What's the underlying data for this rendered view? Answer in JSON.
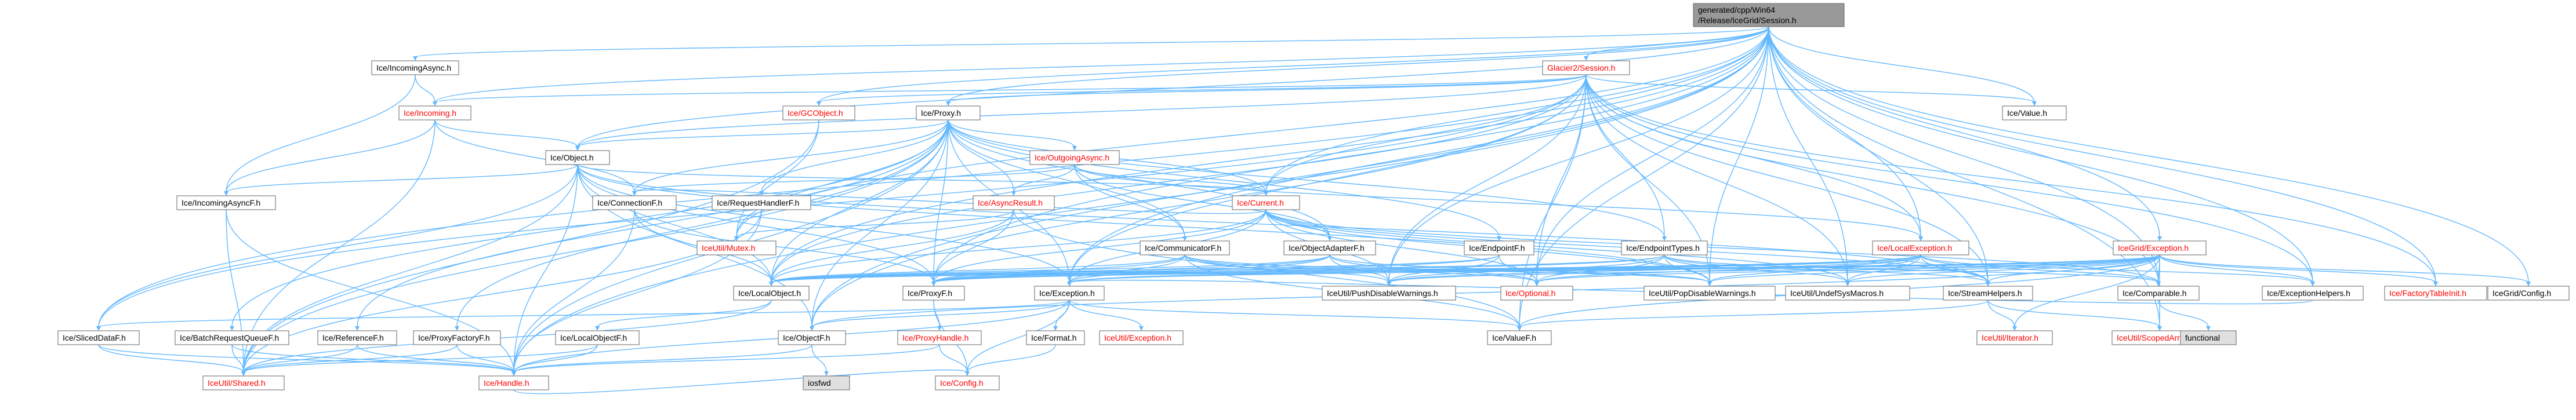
{
  "colors": {
    "edge": "#63b8ff",
    "node_fill": "#ffffff",
    "node_border": "#666666",
    "root_fill": "#999999",
    "external_fill": "#e0e0e0",
    "missing_text": "#ff0000"
  },
  "nodes": {
    "root": {
      "lines": [
        "generated/cpp/Win64",
        "/Release/IceGrid/Session.h"
      ],
      "kind": "root"
    },
    "incomingAsync": {
      "lines": [
        "Ice/IncomingAsync.h"
      ],
      "kind": "normal"
    },
    "glacier2Session": {
      "lines": [
        "Glacier2/Session.h"
      ],
      "kind": "missing"
    },
    "value": {
      "lines": [
        "Ice/Value.h"
      ],
      "kind": "normal"
    },
    "incoming": {
      "lines": [
        "Ice/Incoming.h"
      ],
      "kind": "missing"
    },
    "gcObject": {
      "lines": [
        "Ice/GCObject.h"
      ],
      "kind": "missing"
    },
    "proxy": {
      "lines": [
        "Ice/Proxy.h"
      ],
      "kind": "normal"
    },
    "object": {
      "lines": [
        "Ice/Object.h"
      ],
      "kind": "normal"
    },
    "outgoingAsync": {
      "lines": [
        "Ice/OutgoingAsync.h"
      ],
      "kind": "missing"
    },
    "incomingAsyncF": {
      "lines": [
        "Ice/IncomingAsyncF.h"
      ],
      "kind": "normal"
    },
    "connectionF": {
      "lines": [
        "Ice/ConnectionF.h"
      ],
      "kind": "normal"
    },
    "requestHandlerF": {
      "lines": [
        "Ice/RequestHandlerF.h"
      ],
      "kind": "normal"
    },
    "asyncResult": {
      "lines": [
        "Ice/AsyncResult.h"
      ],
      "kind": "missing"
    },
    "current": {
      "lines": [
        "Ice/Current.h"
      ],
      "kind": "missing"
    },
    "endpointF": {
      "lines": [
        "Ice/EndpointF.h"
      ],
      "kind": "normal"
    },
    "endpointTypes": {
      "lines": [
        "Ice/EndpointTypes.h"
      ],
      "kind": "normal"
    },
    "localException": {
      "lines": [
        "Ice/LocalException.h"
      ],
      "kind": "missing"
    },
    "iceGridException": {
      "lines": [
        "IceGrid/Exception.h"
      ],
      "kind": "missing"
    },
    "mutex": {
      "lines": [
        "IceUtil/Mutex.h"
      ],
      "kind": "missing"
    },
    "communicatorF": {
      "lines": [
        "Ice/CommunicatorF.h"
      ],
      "kind": "normal"
    },
    "objectAdapterF": {
      "lines": [
        "Ice/ObjectAdapterF.h"
      ],
      "kind": "normal"
    },
    "localObject": {
      "lines": [
        "Ice/LocalObject.h"
      ],
      "kind": "normal"
    },
    "proxyF": {
      "lines": [
        "Ice/ProxyF.h"
      ],
      "kind": "normal"
    },
    "exception": {
      "lines": [
        "Ice/Exception.h"
      ],
      "kind": "normal"
    },
    "pushDisableWarnings": {
      "lines": [
        "IceUtil/PushDisableWarnings.h"
      ],
      "kind": "normal"
    },
    "optional": {
      "lines": [
        "Ice/Optional.h"
      ],
      "kind": "missing"
    },
    "popDisableWarnings": {
      "lines": [
        "IceUtil/PopDisableWarnings.h"
      ],
      "kind": "normal"
    },
    "undefSysMacros": {
      "lines": [
        "IceUtil/UndefSysMacros.h"
      ],
      "kind": "normal"
    },
    "streamHelpers": {
      "lines": [
        "Ice/StreamHelpers.h"
      ],
      "kind": "normal"
    },
    "comparable": {
      "lines": [
        "Ice/Comparable.h"
      ],
      "kind": "normal"
    },
    "exceptionHelpers": {
      "lines": [
        "Ice/ExceptionHelpers.h"
      ],
      "kind": "normal"
    },
    "factoryTableInit": {
      "lines": [
        "Ice/FactoryTableInit.h"
      ],
      "kind": "missing"
    },
    "iceGridConfig": {
      "lines": [
        "IceGrid/Config.h"
      ],
      "kind": "normal"
    },
    "slicedDataF": {
      "lines": [
        "Ice/SlicedDataF.h"
      ],
      "kind": "normal"
    },
    "batchRequestQueueF": {
      "lines": [
        "Ice/BatchRequestQueueF.h"
      ],
      "kind": "normal"
    },
    "referenceF": {
      "lines": [
        "Ice/ReferenceF.h"
      ],
      "kind": "normal"
    },
    "proxyFactoryF": {
      "lines": [
        "Ice/ProxyFactoryF.h"
      ],
      "kind": "normal"
    },
    "localObjectF": {
      "lines": [
        "Ice/LocalObjectF.h"
      ],
      "kind": "normal"
    },
    "objectF": {
      "lines": [
        "Ice/ObjectF.h"
      ],
      "kind": "normal"
    },
    "proxyHandle": {
      "lines": [
        "Ice/ProxyHandle.h"
      ],
      "kind": "missing"
    },
    "format": {
      "lines": [
        "Ice/Format.h"
      ],
      "kind": "normal"
    },
    "iceUtilException": {
      "lines": [
        "IceUtil/Exception.h"
      ],
      "kind": "missing"
    },
    "valueF": {
      "lines": [
        "Ice/ValueF.h"
      ],
      "kind": "normal"
    },
    "iterator": {
      "lines": [
        "IceUtil/Iterator.h"
      ],
      "kind": "missing"
    },
    "scopedArray": {
      "lines": [
        "IceUtil/ScopedArray.h"
      ],
      "kind": "missing"
    },
    "functional": {
      "lines": [
        "functional"
      ],
      "kind": "external"
    },
    "shared": {
      "lines": [
        "IceUtil/Shared.h"
      ],
      "kind": "missing"
    },
    "handle": {
      "lines": [
        "Ice/Handle.h"
      ],
      "kind": "missing"
    },
    "iosfwd": {
      "lines": [
        "iosfwd"
      ],
      "kind": "external"
    },
    "config": {
      "lines": [
        "Ice/Config.h"
      ],
      "kind": "missing"
    }
  },
  "edges": [
    [
      "root",
      "incomingAsync"
    ],
    [
      "root",
      "glacier2Session"
    ],
    [
      "root",
      "value"
    ],
    [
      "root",
      "incoming"
    ],
    [
      "root",
      "gcObject"
    ],
    [
      "root",
      "proxy"
    ],
    [
      "root",
      "object"
    ],
    [
      "root",
      "current"
    ],
    [
      "root",
      "localException"
    ],
    [
      "root",
      "iceGridException"
    ],
    [
      "root",
      "mutex"
    ],
    [
      "root",
      "localObject"
    ],
    [
      "root",
      "proxyF"
    ],
    [
      "root",
      "exception"
    ],
    [
      "root",
      "pushDisableWarnings"
    ],
    [
      "root",
      "optional"
    ],
    [
      "root",
      "popDisableWarnings"
    ],
    [
      "root",
      "undefSysMacros"
    ],
    [
      "root",
      "streamHelpers"
    ],
    [
      "root",
      "comparable"
    ],
    [
      "root",
      "exceptionHelpers"
    ],
    [
      "root",
      "factoryTableInit"
    ],
    [
      "root",
      "iceGridConfig"
    ],
    [
      "root",
      "slicedDataF"
    ],
    [
      "root",
      "objectF"
    ],
    [
      "root",
      "valueF"
    ],
    [
      "root",
      "scopedArray"
    ],
    [
      "root",
      "handle"
    ],
    [
      "incomingAsync",
      "incoming"
    ],
    [
      "incomingAsync",
      "incomingAsyncF"
    ],
    [
      "glacier2Session",
      "gcObject"
    ],
    [
      "glacier2Session",
      "proxy"
    ],
    [
      "glacier2Session",
      "object"
    ],
    [
      "glacier2Session",
      "value"
    ],
    [
      "glacier2Session",
      "incoming"
    ],
    [
      "glacier2Session",
      "current"
    ],
    [
      "glacier2Session",
      "localException"
    ],
    [
      "glacier2Session",
      "endpointTypes"
    ],
    [
      "glacier2Session",
      "localObject"
    ],
    [
      "glacier2Session",
      "exception"
    ],
    [
      "glacier2Session",
      "pushDisableWarnings"
    ],
    [
      "glacier2Session",
      "optional"
    ],
    [
      "glacier2Session",
      "popDisableWarnings"
    ],
    [
      "glacier2Session",
      "undefSysMacros"
    ],
    [
      "glacier2Session",
      "streamHelpers"
    ],
    [
      "glacier2Session",
      "comparable"
    ],
    [
      "glacier2Session",
      "exceptionHelpers"
    ],
    [
      "glacier2Session",
      "factoryTableInit"
    ],
    [
      "glacier2Session",
      "slicedDataF"
    ],
    [
      "glacier2Session",
      "objectF"
    ],
    [
      "glacier2Session",
      "valueF"
    ],
    [
      "incoming",
      "object"
    ],
    [
      "incoming",
      "connectionF"
    ],
    [
      "incoming",
      "incomingAsyncF"
    ],
    [
      "incoming",
      "shared"
    ],
    [
      "gcObject",
      "mutex"
    ],
    [
      "gcObject",
      "shared"
    ],
    [
      "proxy",
      "object"
    ],
    [
      "proxy",
      "outgoingAsync"
    ],
    [
      "proxy",
      "connectionF"
    ],
    [
      "proxy",
      "requestHandlerF"
    ],
    [
      "proxy",
      "asyncResult"
    ],
    [
      "proxy",
      "current"
    ],
    [
      "proxy",
      "endpointF"
    ],
    [
      "proxy",
      "endpointTypes"
    ],
    [
      "proxy",
      "mutex"
    ],
    [
      "proxy",
      "communicatorF"
    ],
    [
      "proxy",
      "objectAdapterF"
    ],
    [
      "proxy",
      "localObject"
    ],
    [
      "proxy",
      "proxyF"
    ],
    [
      "proxy",
      "exception"
    ],
    [
      "proxy",
      "batchRequestQueueF"
    ],
    [
      "proxy",
      "referenceF"
    ],
    [
      "proxy",
      "proxyFactoryF"
    ],
    [
      "proxy",
      "objectF"
    ],
    [
      "proxy",
      "handle"
    ],
    [
      "proxy",
      "shared"
    ],
    [
      "object",
      "incomingAsyncF"
    ],
    [
      "object",
      "current"
    ],
    [
      "object",
      "proxyF"
    ],
    [
      "object",
      "localObject"
    ],
    [
      "object",
      "objectF"
    ],
    [
      "object",
      "slicedDataF"
    ],
    [
      "object",
      "handle"
    ],
    [
      "object",
      "shared"
    ],
    [
      "object",
      "exception"
    ],
    [
      "object",
      "streamHelpers"
    ],
    [
      "object",
      "popDisableWarnings"
    ],
    [
      "outgoingAsync",
      "asyncResult"
    ],
    [
      "outgoingAsync",
      "connectionF"
    ],
    [
      "outgoingAsync",
      "communicatorF"
    ],
    [
      "outgoingAsync",
      "objectAdapterF"
    ],
    [
      "outgoingAsync",
      "current"
    ],
    [
      "outgoingAsync",
      "localException"
    ],
    [
      "incomingAsyncF",
      "handle"
    ],
    [
      "incomingAsyncF",
      "shared"
    ],
    [
      "connectionF",
      "localObject"
    ],
    [
      "connectionF",
      "proxyF"
    ],
    [
      "connectionF",
      "handle"
    ],
    [
      "requestHandlerF",
      "shared"
    ],
    [
      "requestHandlerF",
      "handle"
    ],
    [
      "asyncResult",
      "localObject"
    ],
    [
      "asyncResult",
      "proxyF"
    ],
    [
      "asyncResult",
      "mutex"
    ],
    [
      "asyncResult",
      "valueF"
    ],
    [
      "current",
      "objectAdapterF"
    ],
    [
      "current",
      "connectionF"
    ],
    [
      "current",
      "pushDisableWarnings"
    ],
    [
      "current",
      "optional"
    ],
    [
      "current",
      "popDisableWarnings"
    ],
    [
      "current",
      "undefSysMacros"
    ],
    [
      "current",
      "streamHelpers"
    ],
    [
      "current",
      "comparable"
    ],
    [
      "current",
      "localObject"
    ],
    [
      "current",
      "proxyF"
    ],
    [
      "current",
      "exception"
    ],
    [
      "endpointF",
      "localObject"
    ],
    [
      "endpointF",
      "proxyF"
    ],
    [
      "endpointF",
      "optional"
    ],
    [
      "endpointF",
      "pushDisableWarnings"
    ],
    [
      "endpointTypes",
      "pushDisableWarnings"
    ],
    [
      "endpointTypes",
      "optional"
    ],
    [
      "endpointTypes",
      "popDisableWarnings"
    ],
    [
      "endpointTypes",
      "undefSysMacros"
    ],
    [
      "endpointTypes",
      "streamHelpers"
    ],
    [
      "endpointTypes",
      "comparable"
    ],
    [
      "endpointTypes",
      "proxyF"
    ],
    [
      "endpointTypes",
      "localObject"
    ],
    [
      "localException",
      "exception"
    ],
    [
      "localException",
      "streamHelpers"
    ],
    [
      "localException",
      "comparable"
    ],
    [
      "localException",
      "pushDisableWarnings"
    ],
    [
      "localException",
      "optional"
    ],
    [
      "localException",
      "popDisableWarnings"
    ],
    [
      "localException",
      "undefSysMacros"
    ],
    [
      "localException",
      "proxyF"
    ],
    [
      "localException",
      "localObject"
    ],
    [
      "localException",
      "exceptionHelpers"
    ],
    [
      "iceGridException",
      "pushDisableWarnings"
    ],
    [
      "iceGridException",
      "optional"
    ],
    [
      "iceGridException",
      "popDisableWarnings"
    ],
    [
      "iceGridException",
      "undefSysMacros"
    ],
    [
      "iceGridException",
      "streamHelpers"
    ],
    [
      "iceGridException",
      "comparable"
    ],
    [
      "iceGridException",
      "exceptionHelpers"
    ],
    [
      "iceGridException",
      "factoryTableInit"
    ],
    [
      "iceGridException",
      "iceGridConfig"
    ],
    [
      "iceGridException",
      "proxyF"
    ],
    [
      "iceGridException",
      "localObject"
    ],
    [
      "iceGridException",
      "exception"
    ],
    [
      "iceGridException",
      "valueF"
    ],
    [
      "iceGridException",
      "objectF"
    ],
    [
      "iceGridException",
      "iterator"
    ],
    [
      "iceGridException",
      "scopedArray"
    ],
    [
      "communicatorF",
      "localObject"
    ],
    [
      "communicatorF",
      "proxyF"
    ],
    [
      "communicatorF",
      "pushDisableWarnings"
    ],
    [
      "communicatorF",
      "popDisableWarnings"
    ],
    [
      "communicatorF",
      "optional"
    ],
    [
      "communicatorF",
      "exception"
    ],
    [
      "communicatorF",
      "valueF"
    ],
    [
      "objectAdapterF",
      "localObject"
    ],
    [
      "objectAdapterF",
      "proxyF"
    ],
    [
      "objectAdapterF",
      "pushDisableWarnings"
    ],
    [
      "objectAdapterF",
      "popDisableWarnings"
    ],
    [
      "objectAdapterF",
      "optional"
    ],
    [
      "objectAdapterF",
      "exception"
    ],
    [
      "localObject",
      "localObjectF"
    ],
    [
      "localObject",
      "shared"
    ],
    [
      "proxyF",
      "proxyHandle"
    ],
    [
      "proxyF",
      "config"
    ],
    [
      "exception",
      "format"
    ],
    [
      "exception",
      "iceUtilException"
    ],
    [
      "exception",
      "config"
    ],
    [
      "exception",
      "objectF"
    ],
    [
      "exception",
      "valueF"
    ],
    [
      "exception",
      "handle"
    ],
    [
      "exception",
      "slicedDataF"
    ],
    [
      "streamHelpers",
      "iterator"
    ],
    [
      "streamHelpers",
      "scopedArray"
    ],
    [
      "streamHelpers",
      "valueF"
    ],
    [
      "comparable",
      "functional"
    ],
    [
      "exceptionHelpers",
      "exception"
    ],
    [
      "slicedDataF",
      "shared"
    ],
    [
      "slicedDataF",
      "handle"
    ],
    [
      "batchRequestQueueF",
      "shared"
    ],
    [
      "batchRequestQueueF",
      "handle"
    ],
    [
      "referenceF",
      "shared"
    ],
    [
      "referenceF",
      "handle"
    ],
    [
      "proxyFactoryF",
      "shared"
    ],
    [
      "proxyFactoryF",
      "handle"
    ],
    [
      "localObjectF",
      "shared"
    ],
    [
      "localObjectF",
      "handle"
    ],
    [
      "objectF",
      "handle"
    ],
    [
      "objectF",
      "iosfwd"
    ],
    [
      "proxyHandle",
      "handle"
    ],
    [
      "proxyHandle",
      "config"
    ],
    [
      "format",
      "config"
    ],
    [
      "handle",
      "config"
    ]
  ]
}
